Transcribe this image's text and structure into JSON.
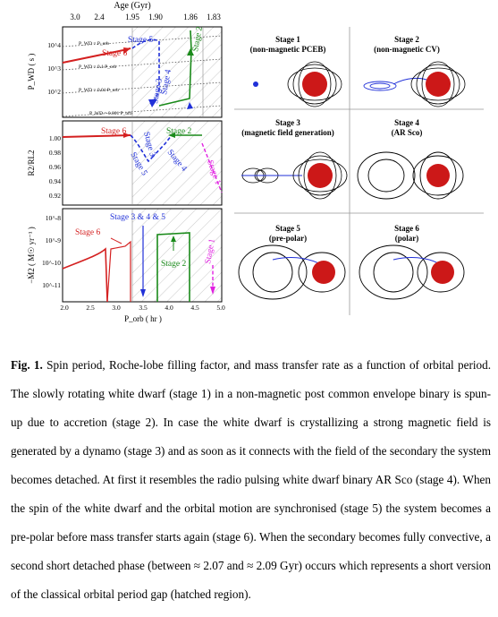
{
  "figure": {
    "top_axis": {
      "label": "Age (Gyr)",
      "ticks": [
        "3.0",
        "2.4",
        "1.95",
        "1.90",
        "1.86",
        "1.83"
      ]
    },
    "panel_top": {
      "ylabel": "P_WD ( s )",
      "yticks": [
        "10^4",
        "10^3",
        "10^2"
      ],
      "lines": [
        "P_WD = P_orb",
        "P_WD = 0.1 P_orb",
        "P_WD = 0.01 P_orb",
        "P_WD = 0.001 P_orb"
      ],
      "stage_labels": [
        "Stage 5",
        "Stage 6",
        "Stage 2",
        "Stage 3",
        "Stage 4"
      ]
    },
    "panel_mid": {
      "ylabel": "R2/RL2",
      "yticks": [
        "1.00",
        "0.98",
        "0.96",
        "0.94",
        "0.92"
      ],
      "stage_labels": [
        "Stage 6",
        "Stage 2",
        "Stage 3",
        "Stage 4",
        "Stage 5",
        "Stage 1"
      ]
    },
    "panel_bot": {
      "ylabel": "−Ṁ2 ( M☉ yr⁻¹ )",
      "yticks": [
        "10^-8",
        "10^-9",
        "10^-10",
        "10^-11"
      ],
      "xticks": [
        "2.0",
        "2.5",
        "3.0",
        "3.5",
        "4.0",
        "4.5",
        "5.0"
      ],
      "xlabel": "P_orb ( hr )",
      "stage_labels": [
        "Stage 3 & 4 & 5",
        "Stage 6",
        "Stage 2",
        "Stage 1"
      ]
    },
    "sketches": [
      {
        "title": "Stage 1",
        "subtitle": "(non-magnetic PCEB)"
      },
      {
        "title": "Stage 2",
        "subtitle": "(non-magnetic CV)"
      },
      {
        "title": "Stage 3",
        "subtitle": "(magnetic field generation)"
      },
      {
        "title": "Stage 4",
        "subtitle": "(AR Sco)"
      },
      {
        "title": "Stage 5",
        "subtitle": "(pre-polar)"
      },
      {
        "title": "Stage 6",
        "subtitle": "(polar)"
      }
    ]
  },
  "caption": {
    "label": "Fig. 1.",
    "text": " Spin period, Roche-lobe filling factor, and mass transfer rate as a function of orbital period. The slowly rotating white dwarf (stage 1) in a non-magnetic post common envelope binary is spun-up due to accretion (stage 2). In case the white dwarf is crystallizing a strong magnetic field is generated by a dynamo (stage 3) and as soon as it connects with the field of the secondary the system becomes detached. At first it resembles the radio pulsing white dwarf binary AR Sco (stage 4). When the spin of the white dwarf and the orbital motion are synchronised (stage 5) the system becomes a pre-polar before mass transfer starts again (stage 6). When the secondary becomes fully convective, a second short detached phase (between ≈ 2.07 and ≈ 2.09 Gyr) occurs which represents a short version of the classical orbital period gap (hatched region)."
  },
  "colors": {
    "red": "#d42020",
    "blue": "#2030d8",
    "green": "#1a8a1a",
    "magenta": "#e020e0",
    "star": "#cc1818"
  }
}
